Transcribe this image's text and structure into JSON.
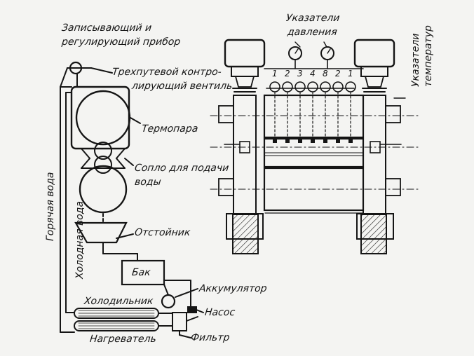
{
  "labels": {
    "recorder": [
      "Записывающий и",
      "регулирующий прибор"
    ],
    "three_way_valve": [
      "Трехпутевой контро-",
      "лирующий вентиль"
    ],
    "thermocouple": "Термопара",
    "nozzle": [
      "Сопло для подачи",
      "воды"
    ],
    "settler": "Отстойник",
    "tank": "Бак",
    "accumulator": "Аккумулятор",
    "cooler": "Холодильник",
    "pump": "Насос",
    "heater": "Нагреватель",
    "filter": "Фильтр",
    "pressure_gauges": [
      "Указатели",
      "давления"
    ],
    "temp_indicators": [
      "Указатели",
      "температур"
    ],
    "hot_water": "Горячая вода",
    "cold_water": "Холодная вода"
  },
  "zone_numbers": [
    "1",
    "2",
    "3",
    "4",
    "8",
    "2",
    "1"
  ],
  "colors": {
    "ink": "#151515",
    "paper": "#f4f4f2"
  }
}
